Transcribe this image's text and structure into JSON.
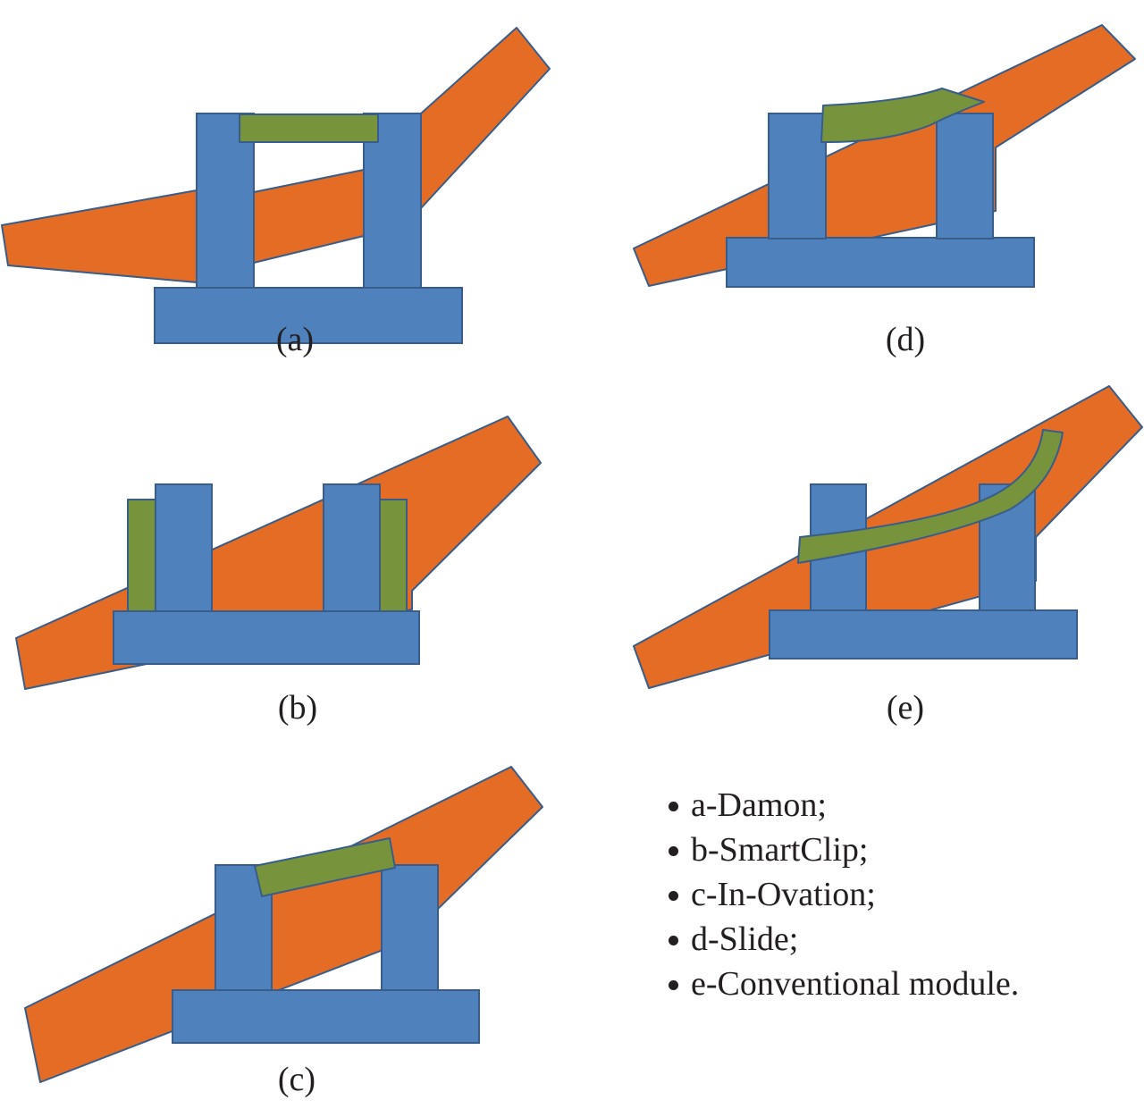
{
  "colors": {
    "bracket_fill": "#4f81bd",
    "outline": "#385d8a",
    "wire_fill": "#e46c24",
    "clip_fill": "#77933c",
    "text": "#231f20"
  },
  "panels": [
    {
      "id": "a",
      "caption": "(a)",
      "clip_type": "top-bar"
    },
    {
      "id": "b",
      "caption": "(b)",
      "clip_type": "side-clips"
    },
    {
      "id": "c",
      "caption": "(c)",
      "clip_type": "tilted-bar"
    },
    {
      "id": "d",
      "caption": "(d)",
      "clip_type": "sliding-arrow"
    },
    {
      "id": "e",
      "caption": "(e)",
      "clip_type": "curved-ligature"
    }
  ],
  "legend": {
    "items": [
      "a-Damon;",
      "b-SmartClip;",
      "c-In-Ovation;",
      "d-Slide;",
      "e-Conventional module."
    ]
  }
}
